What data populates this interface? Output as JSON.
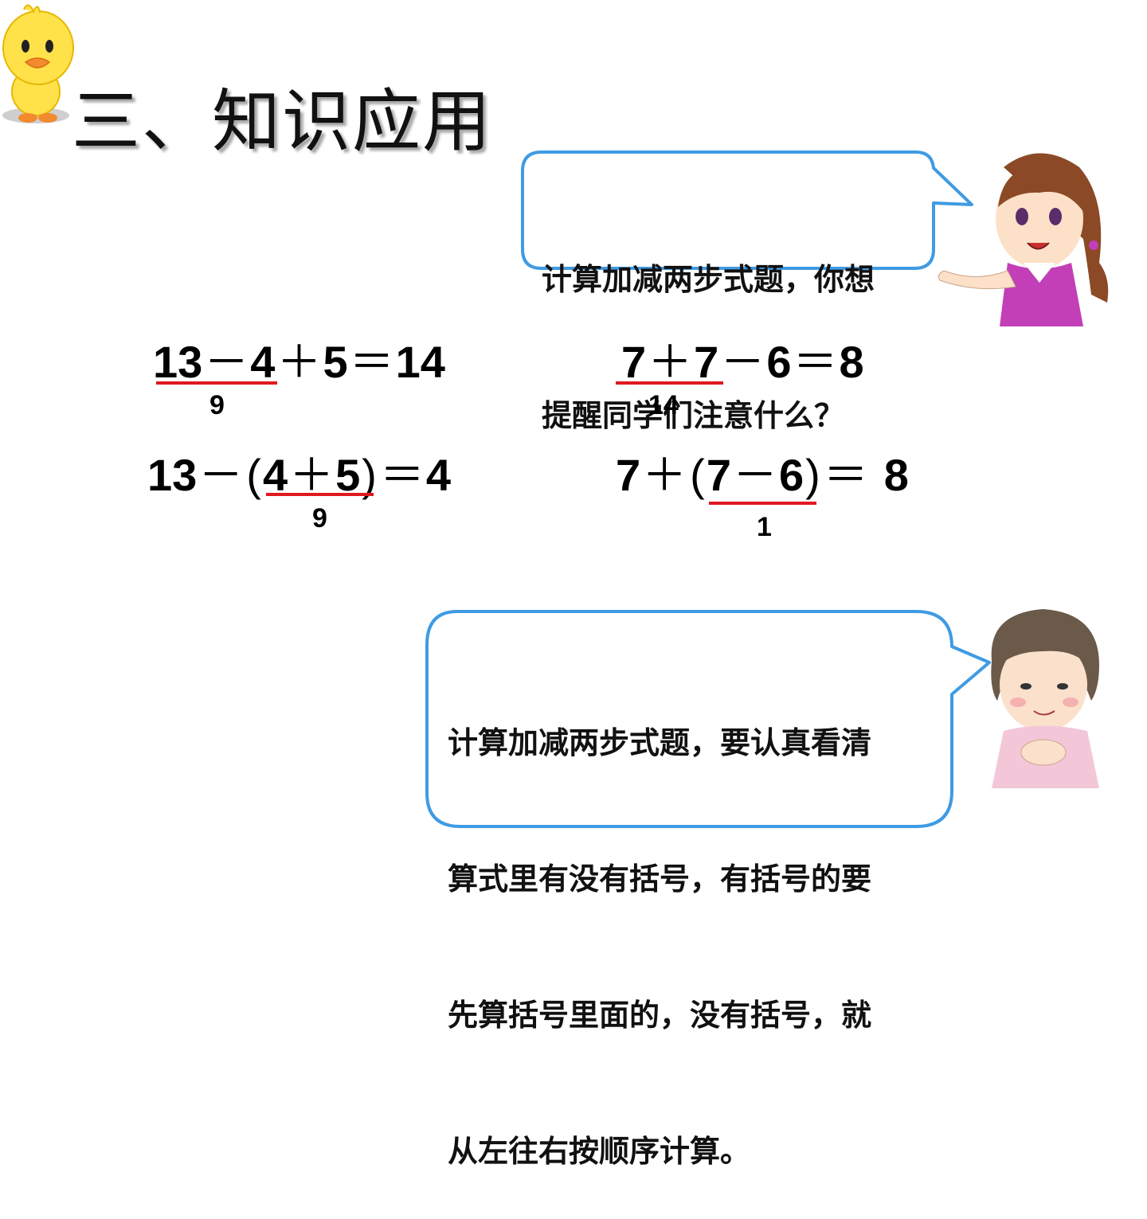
{
  "title": "三、知识应用",
  "teacher_bubble": {
    "line1": "计算加减两步式题，你想",
    "line2": "提醒同学们注意什么？"
  },
  "equations": {
    "eq1": {
      "a": "13",
      "op1": "－",
      "b": "4",
      "op2": "＋",
      "c": "5",
      "eq": "＝",
      "result": "14",
      "partial": "9"
    },
    "eq2": {
      "a": "7",
      "op1": "＋",
      "b": "7",
      "op2": "－",
      "c": "6",
      "eq": "＝",
      "result": "8",
      "partial": "14"
    },
    "eq3": {
      "a": "13",
      "op1": "－",
      "lp": "(",
      "b": "4",
      "op2": "＋",
      "c": "5",
      "rp": ")",
      "eq": "＝",
      "result": "4",
      "partial": "9"
    },
    "eq4": {
      "a": "7",
      "op1": "＋",
      "lp": "(",
      "b": "7",
      "op2": "－",
      "c": "6",
      "rp": ")",
      "eq": "＝",
      "result": "8",
      "partial": "1"
    }
  },
  "student_bubble": {
    "line1": "计算加减两步式题，要认真看清",
    "line2": "算式里有没有括号，有括号的要",
    "line3": "先算括号里面的，没有括号，就",
    "line4": "从左往右按顺序计算。"
  },
  "colors": {
    "bubble_border": "#3f9be3",
    "underline": "#e0191f",
    "duck": "#ffe14a",
    "teacher_shirt": "#c23fb8"
  }
}
